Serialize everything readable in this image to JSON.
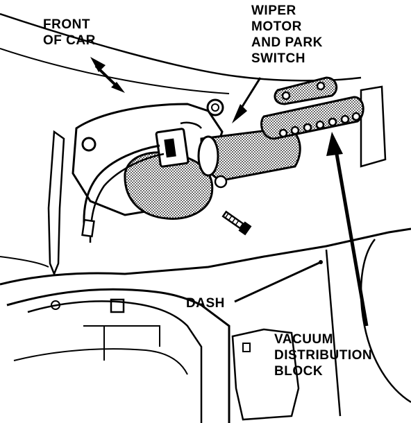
{
  "diagram": {
    "labels": {
      "front_of_car": [
        "FRONT",
        "OF CAR"
      ],
      "wiper_motor": [
        "WIPER",
        "MOTOR",
        "AND PARK",
        "SWITCH"
      ],
      "dash": [
        "DASH"
      ],
      "vacuum_block": [
        "VACUUM",
        "DISTRIBUTION",
        "BLOCK"
      ]
    }
  },
  "colors": {
    "ink": "#000000",
    "paper": "#ffffff",
    "stipple": "#8a8a8a"
  }
}
